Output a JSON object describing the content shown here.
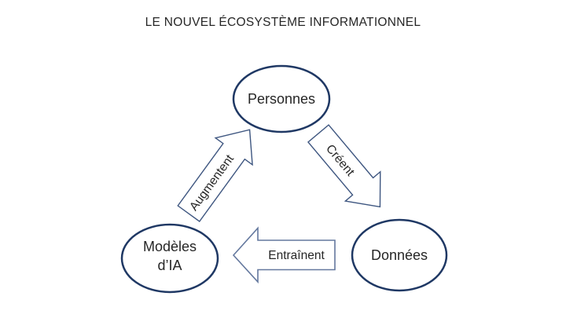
{
  "title": "LE NOUVEL ÉCOSYSTÈME INFORMATIONNEL",
  "diagram": {
    "nodes": [
      {
        "id": "personnes",
        "label": "Personnes"
      },
      {
        "id": "modeles-ia",
        "label_line1": "Modèles",
        "label_line2": "d’IA"
      },
      {
        "id": "donnees",
        "label": "Données"
      }
    ],
    "edges": [
      {
        "from": "personnes",
        "to": "donnees",
        "label": "Créent"
      },
      {
        "from": "donnees",
        "to": "modeles-ia",
        "label": "Entraînent"
      },
      {
        "from": "modeles-ia",
        "to": "personnes",
        "label": "Augmentent"
      }
    ],
    "colors": {
      "node_border": "#1f3864",
      "arrow_border": "#3e5680",
      "arrow_border_light": "#64789e",
      "text": "#262626",
      "background": "#ffffff"
    }
  }
}
